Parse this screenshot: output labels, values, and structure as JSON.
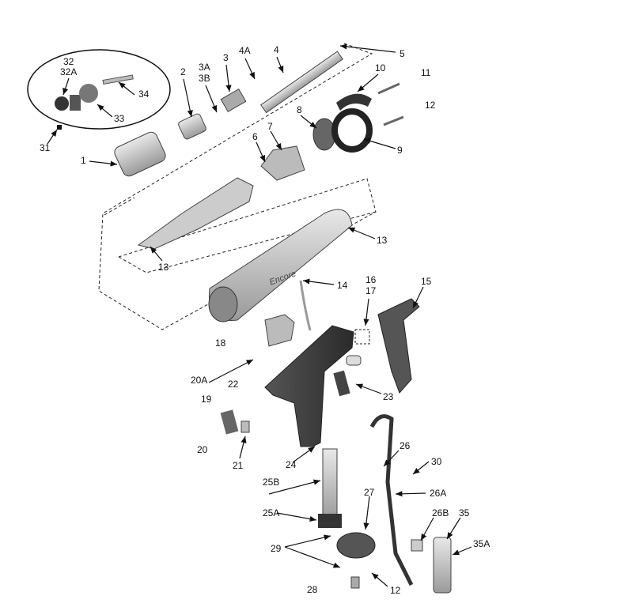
{
  "diagram": {
    "logo_text": "Encore",
    "callouts": {
      "c32": "32",
      "c32A": "32A",
      "c34": "34",
      "c33": "33",
      "c31": "31",
      "c2": "2",
      "c3A": "3A",
      "c3B": "3B",
      "c3": "3",
      "c4A": "4A",
      "c4": "4",
      "c5": "5",
      "c11": "11",
      "c10": "10",
      "c12a": "12",
      "c1": "1",
      "c8": "8",
      "c7": "7",
      "c6": "6",
      "c9": "9",
      "c13a": "13",
      "c13b": "13",
      "c14": "14",
      "c16": "16",
      "c17": "17",
      "c15": "15",
      "c18": "18",
      "c20A": "20A",
      "c22": "22",
      "c19": "19",
      "c23": "23",
      "c20": "20",
      "c21": "21",
      "c24": "24",
      "c26": "26",
      "c30": "30",
      "c25B": "25B",
      "c26A": "26A",
      "c27": "27",
      "c25A": "25A",
      "c26B": "26B",
      "c35": "35",
      "c35A": "35A",
      "c29": "29",
      "c28": "28",
      "c12b": "12"
    }
  }
}
